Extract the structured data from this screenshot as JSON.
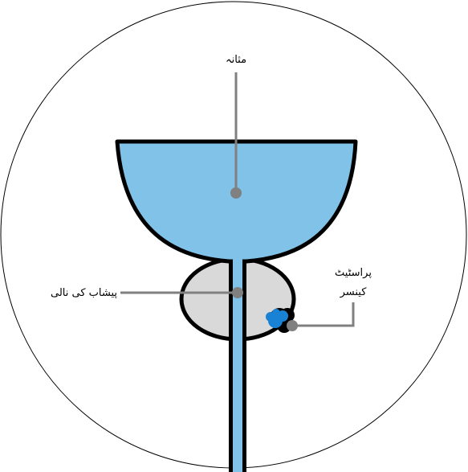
{
  "labels": {
    "bladder": "مثانہ",
    "urethra": "پیشاب کی نالی",
    "prostate_cancer_line1": "پراسٹیٹ",
    "prostate_cancer_line2": "کینسر"
  },
  "colors": {
    "fluid": "#80c2e8",
    "prostate": "#d9d9d9",
    "tumor": "#1a82d4",
    "outline": "#000000",
    "leader": "#808080"
  }
}
